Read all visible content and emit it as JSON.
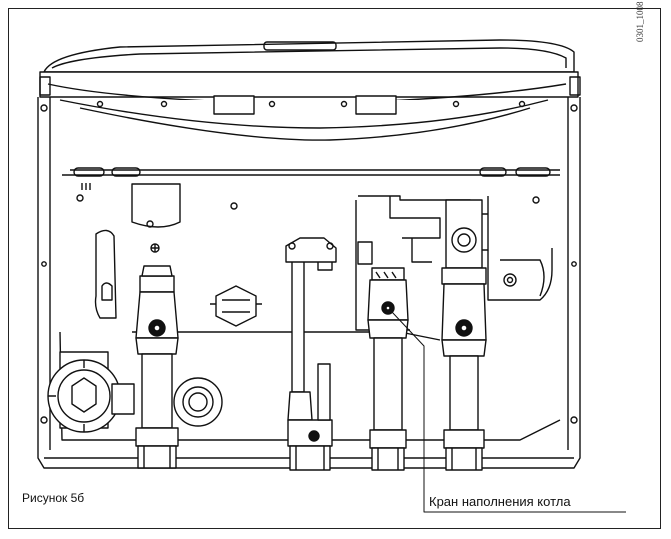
{
  "figure": {
    "caption": "Рисунок 5б",
    "callout": "Кран наполнения котла",
    "code": "0301_1008"
  }
}
